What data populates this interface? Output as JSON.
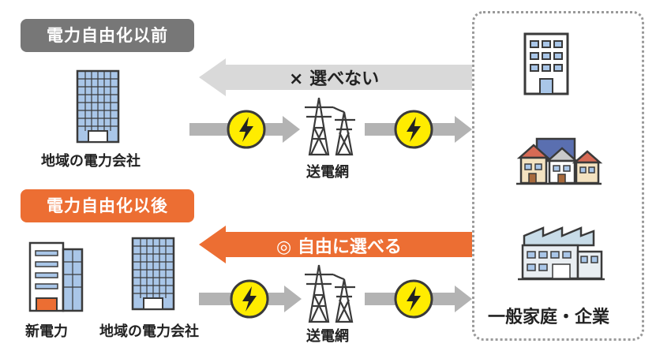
{
  "before": {
    "badge": "電力自由化以前",
    "arrow_text": "× 選べない",
    "company_label": "地域の電力会社",
    "grid_label": "送電網"
  },
  "after": {
    "badge": "電力自由化以後",
    "arrow_text": "◎ 自由に選べる",
    "new_power_label": "新電力",
    "company_label": "地域の電力会社",
    "grid_label": "送電網"
  },
  "consumers": {
    "label": "一般家庭・企業"
  },
  "colors": {
    "before_badge": "#777777",
    "after_badge": "#ec6e33",
    "before_arrow": "#d9d9d9",
    "after_arrow": "#ec6e33",
    "flow_arrow": "#b3b3b3",
    "lightning_fill": "#ffec00",
    "building_blue": "#a9c6e8",
    "outline": "#3a3a3a"
  },
  "icons": [
    "office-building-icon",
    "lightning-icon",
    "transmission-tower-icon",
    "houses-icon",
    "factory-icon"
  ]
}
